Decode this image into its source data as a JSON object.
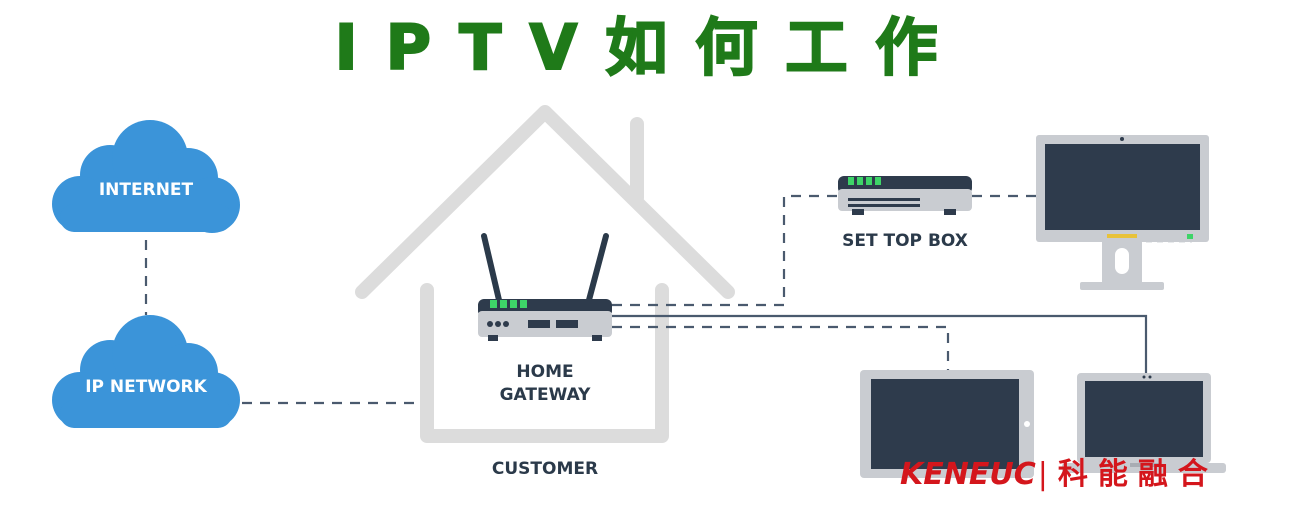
{
  "title": "IPTV如何工作",
  "nodes": {
    "internet": "INTERNET",
    "ip_network": "IP NETWORK",
    "home_gateway_line1": "HOME",
    "home_gateway_line2": "GATEWAY",
    "set_top_box": "SET TOP BOX",
    "customer": "CUSTOMER"
  },
  "brand": {
    "latin": "KENEUC",
    "separator": "|",
    "chinese": "科能融合"
  },
  "colors": {
    "title_green": "#1f7a19",
    "cloud_blue": "#3b94d9",
    "line_dark": "#4a5a6e",
    "house_gray": "#dcdcdc",
    "brand_red": "#d4161c",
    "led_green": "#3ed468"
  }
}
